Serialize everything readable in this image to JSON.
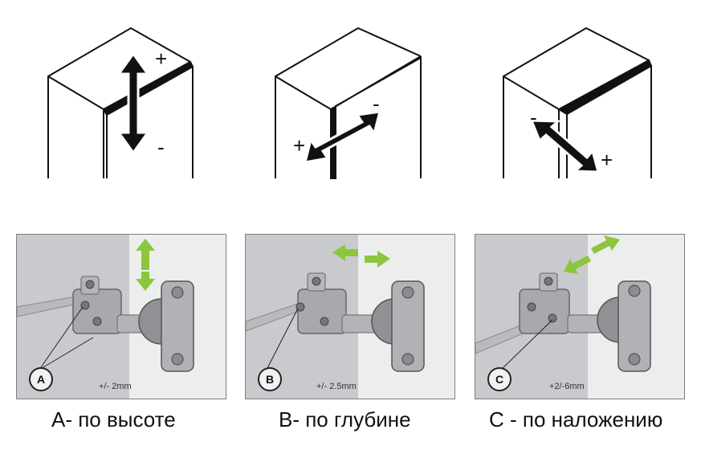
{
  "diagrams": [
    {
      "plus": "+",
      "minus": "-"
    },
    {
      "plus": "+",
      "minus": "-"
    },
    {
      "plus": "+",
      "minus": "-"
    }
  ],
  "photos": [
    {
      "label": "A",
      "range": "+/- 2mm",
      "caption": "A- по высоте"
    },
    {
      "label": "B",
      "range": "+/- 2.5mm",
      "caption": "B- по глубине"
    },
    {
      "label": "C",
      "range": "+2/-6mm",
      "caption": "C - по наложению"
    }
  ],
  "colors": {
    "arrow_green": "#8cc63f",
    "arrow_black": "#111111",
    "hinge_metal": "#a7a9ac"
  }
}
